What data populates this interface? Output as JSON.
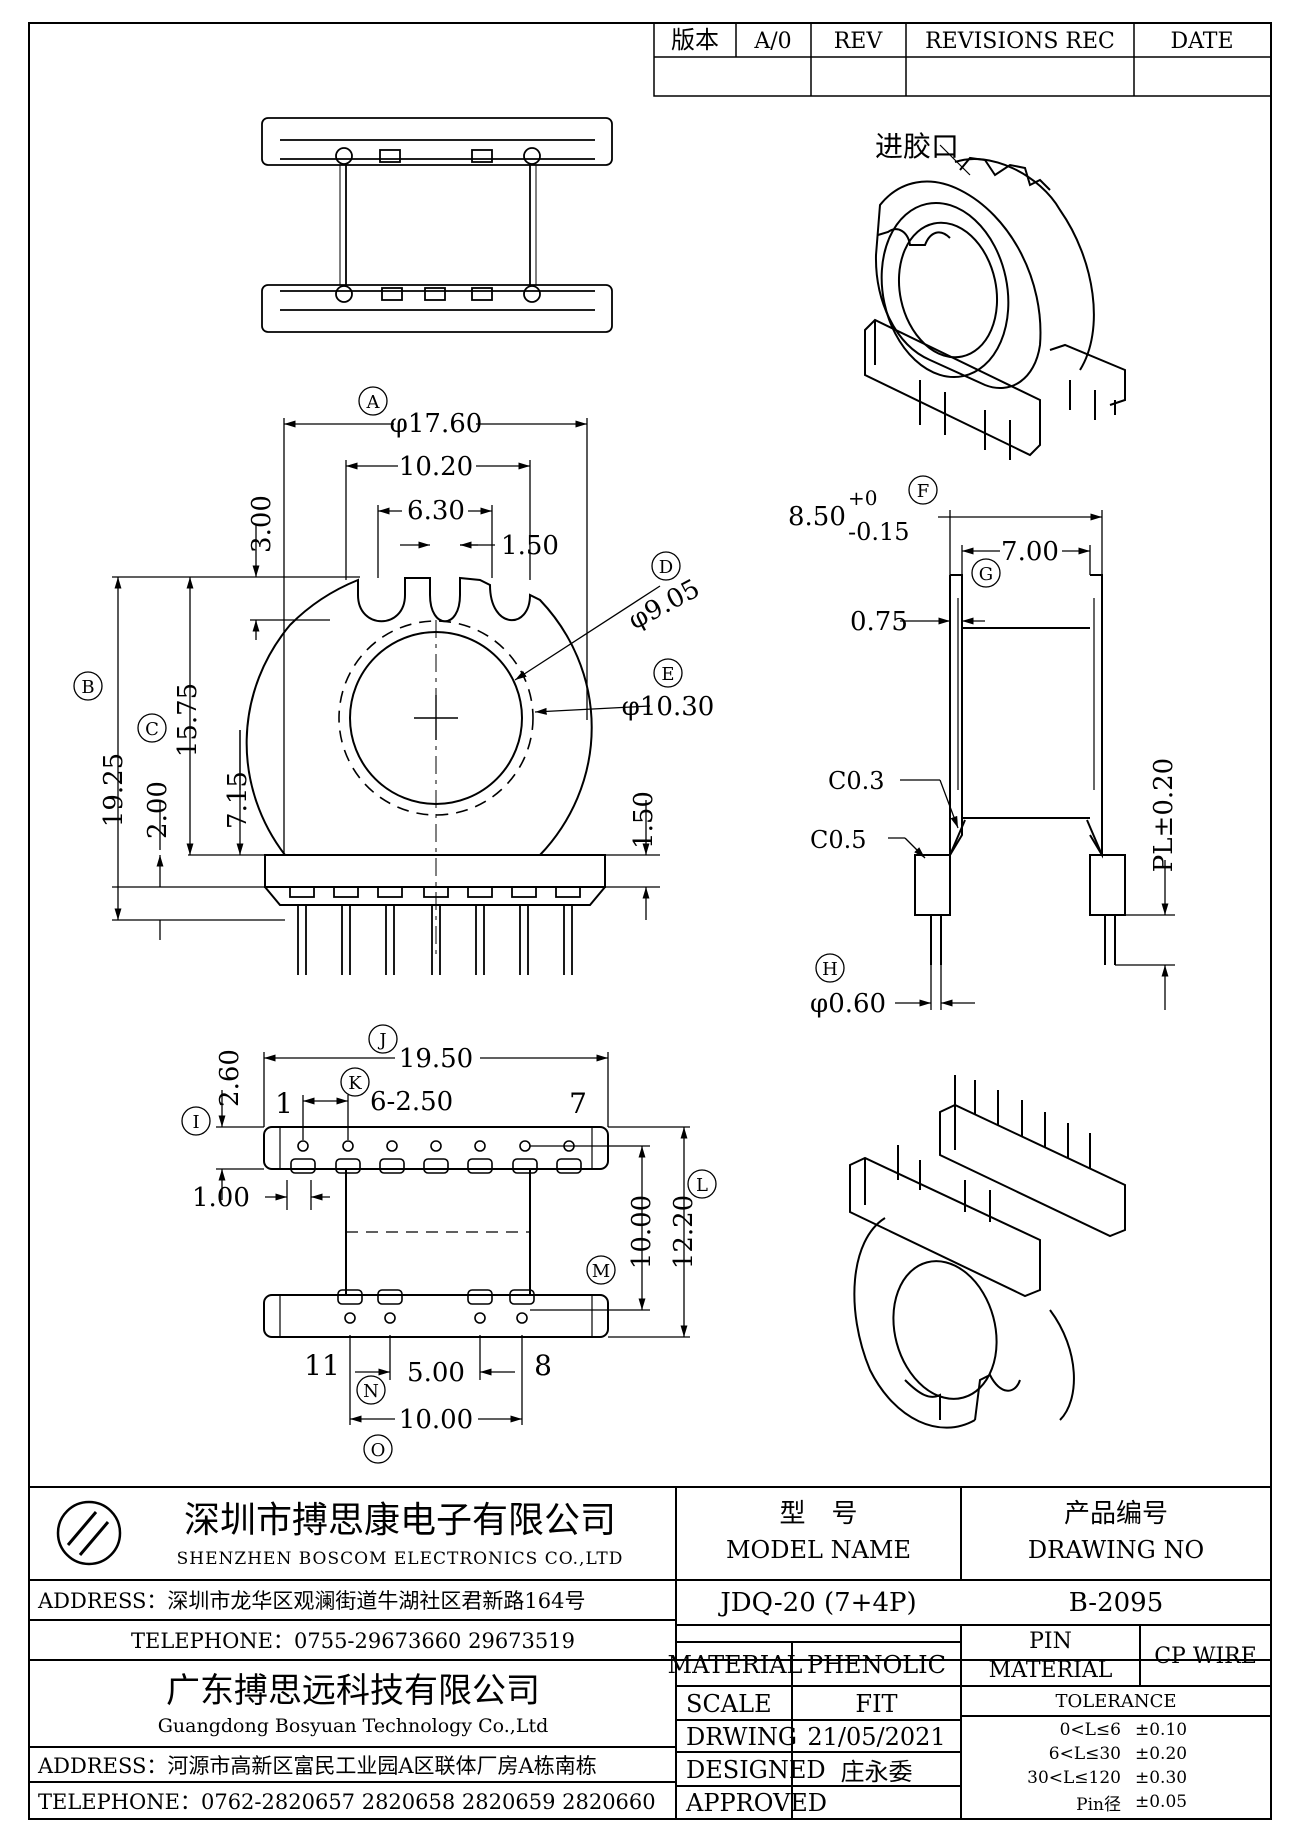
{
  "revision_table": {
    "version_label": "版本",
    "version_value": "A/0",
    "rev_label": "REV",
    "revisions_label": "REVISIONS REC",
    "date_label": "DATE"
  },
  "top_view": {
    "gate_label": "进胶口"
  },
  "front_view": {
    "dim_a_circle": "A",
    "dim_a": "φ17.60",
    "dim_10_20": "10.20",
    "dim_6_30": "6.30",
    "dim_1_50_top": "1.50",
    "dim_3_00": "3.00",
    "dim_d_circle": "D",
    "dim_d": "φ9.05",
    "dim_e_circle": "E",
    "dim_e": "φ10.30",
    "dim_b_circle": "B",
    "dim_b": "19.25",
    "dim_c_circle": "C",
    "dim_15_75": "15.75",
    "dim_2_00": "2.00",
    "dim_7_15": "7.15",
    "dim_1_50_side": "1.50"
  },
  "side_view": {
    "dim_f_circle": "F",
    "dim_8_50": "8.50",
    "dim_8_50_plus": "+0",
    "dim_8_50_minus": "-0.15",
    "dim_7_00": "7.00",
    "dim_g_circle": "G",
    "dim_0_75": "0.75",
    "chamfer_03": "C0.3",
    "chamfer_05": "C0.5",
    "pl": "PL±0.20",
    "dim_h_circle": "H",
    "dim_h": "φ0.60"
  },
  "bottom_view": {
    "dim_j_circle": "J",
    "dim_j": "19.50",
    "dim_k_circle": "K",
    "dim_k": "6-2.50",
    "dim_i_circle": "I",
    "dim_2_60": "2.60",
    "pin_1": "1",
    "pin_7": "7",
    "dim_1_00": "1.00",
    "dim_l_circle": "L",
    "dim_12_20": "12.20",
    "dim_m_circle": "M",
    "dim_10_00_v": "10.00",
    "pin_11": "11",
    "pin_8": "8",
    "dim_n_circle": "N",
    "dim_5_00": "5.00",
    "dim_o_circle": "O",
    "dim_10_00_h": "10.00"
  },
  "title_block": {
    "company_cn": "深圳市搏思康电子有限公司",
    "company_en": "SHENZHEN BOSCOM ELECTRONICS CO.,LTD",
    "address_1": "ADDRESS：深圳市龙华区观澜街道牛湖社区君新路164号",
    "telephone_1": "TELEPHONE：0755-29673660 29673519",
    "company2_cn": "广东搏思远科技有限公司",
    "company2_en": "Guangdong Bosyuan Technology Co.,Ltd",
    "address_2": "ADDRESS：河源市高新区富民工业园A区联体厂房A栋南栋",
    "telephone_2": "TELEPHONE：0762-2820657 2820658 2820659 2820660",
    "model_cn": "型　号",
    "model_en": "MODEL NAME",
    "model_value": "JDQ-20 (7+4P)",
    "drawing_cn": "产品编号",
    "drawing_en": "DRAWING NO",
    "drawing_value": "B-2095",
    "material_label": "MATERIAL",
    "material_value": "PHENOLIC",
    "scale_label": "SCALE",
    "scale_value": "FIT",
    "drawing_label": "DRWING",
    "drawing_date": "21/05/2021",
    "designed_label": "DESIGNED",
    "designed_value": "庄永委",
    "approved_label": "APPROVED",
    "pin_material_label_1": "PIN",
    "pin_material_label_2": "MATERIAL",
    "pin_material_value": "CP WIRE",
    "tolerance_label": "TOLERANCE",
    "tolerance_rows": [
      {
        "range": "0<L≤6",
        "value": "±0.10"
      },
      {
        "range": "6<L≤30",
        "value": "±0.20"
      },
      {
        "range": "30<L≤120",
        "value": "±0.30"
      },
      {
        "range": "Pin径",
        "value": "±0.05"
      }
    ]
  }
}
